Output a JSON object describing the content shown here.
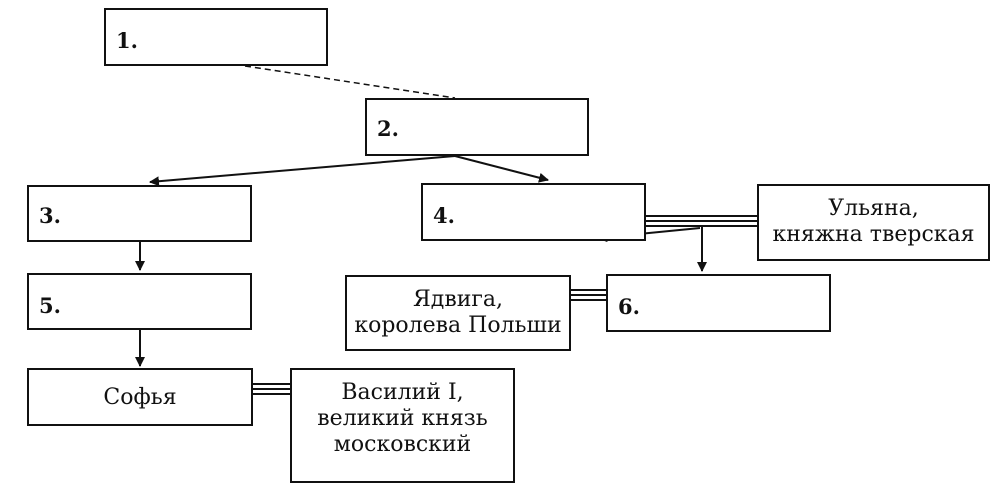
{
  "boxes": {
    "b1": {
      "text": "1."
    },
    "b2": {
      "text": "2."
    },
    "b3": {
      "text": "3."
    },
    "b4": {
      "text": "4."
    },
    "b5": {
      "text": "5."
    },
    "b6": {
      "text": "6."
    },
    "sofya": {
      "text": "Софья"
    },
    "vasily": {
      "lines": [
        "Василий I,",
        "великий князь",
        "московский"
      ]
    },
    "ulyana": {
      "lines": [
        "Ульяна,",
        "княжна тверская"
      ]
    },
    "jadwiga": {
      "lines": [
        "Ядвига,",
        "королева Польши"
      ]
    }
  },
  "line_color": "#111111"
}
